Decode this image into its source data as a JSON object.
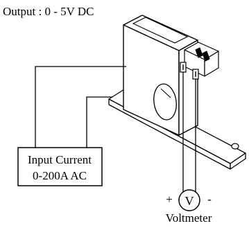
{
  "output_label": "Output : 0 - 5V DC",
  "input_box": {
    "line1": "Input Current",
    "line2": "0-200A AC"
  },
  "voltmeter": {
    "symbol": "V",
    "plus": "+",
    "minus": "-",
    "label": "Voltmeter"
  },
  "colors": {
    "stroke": "#000000",
    "background": "#ffffff"
  }
}
